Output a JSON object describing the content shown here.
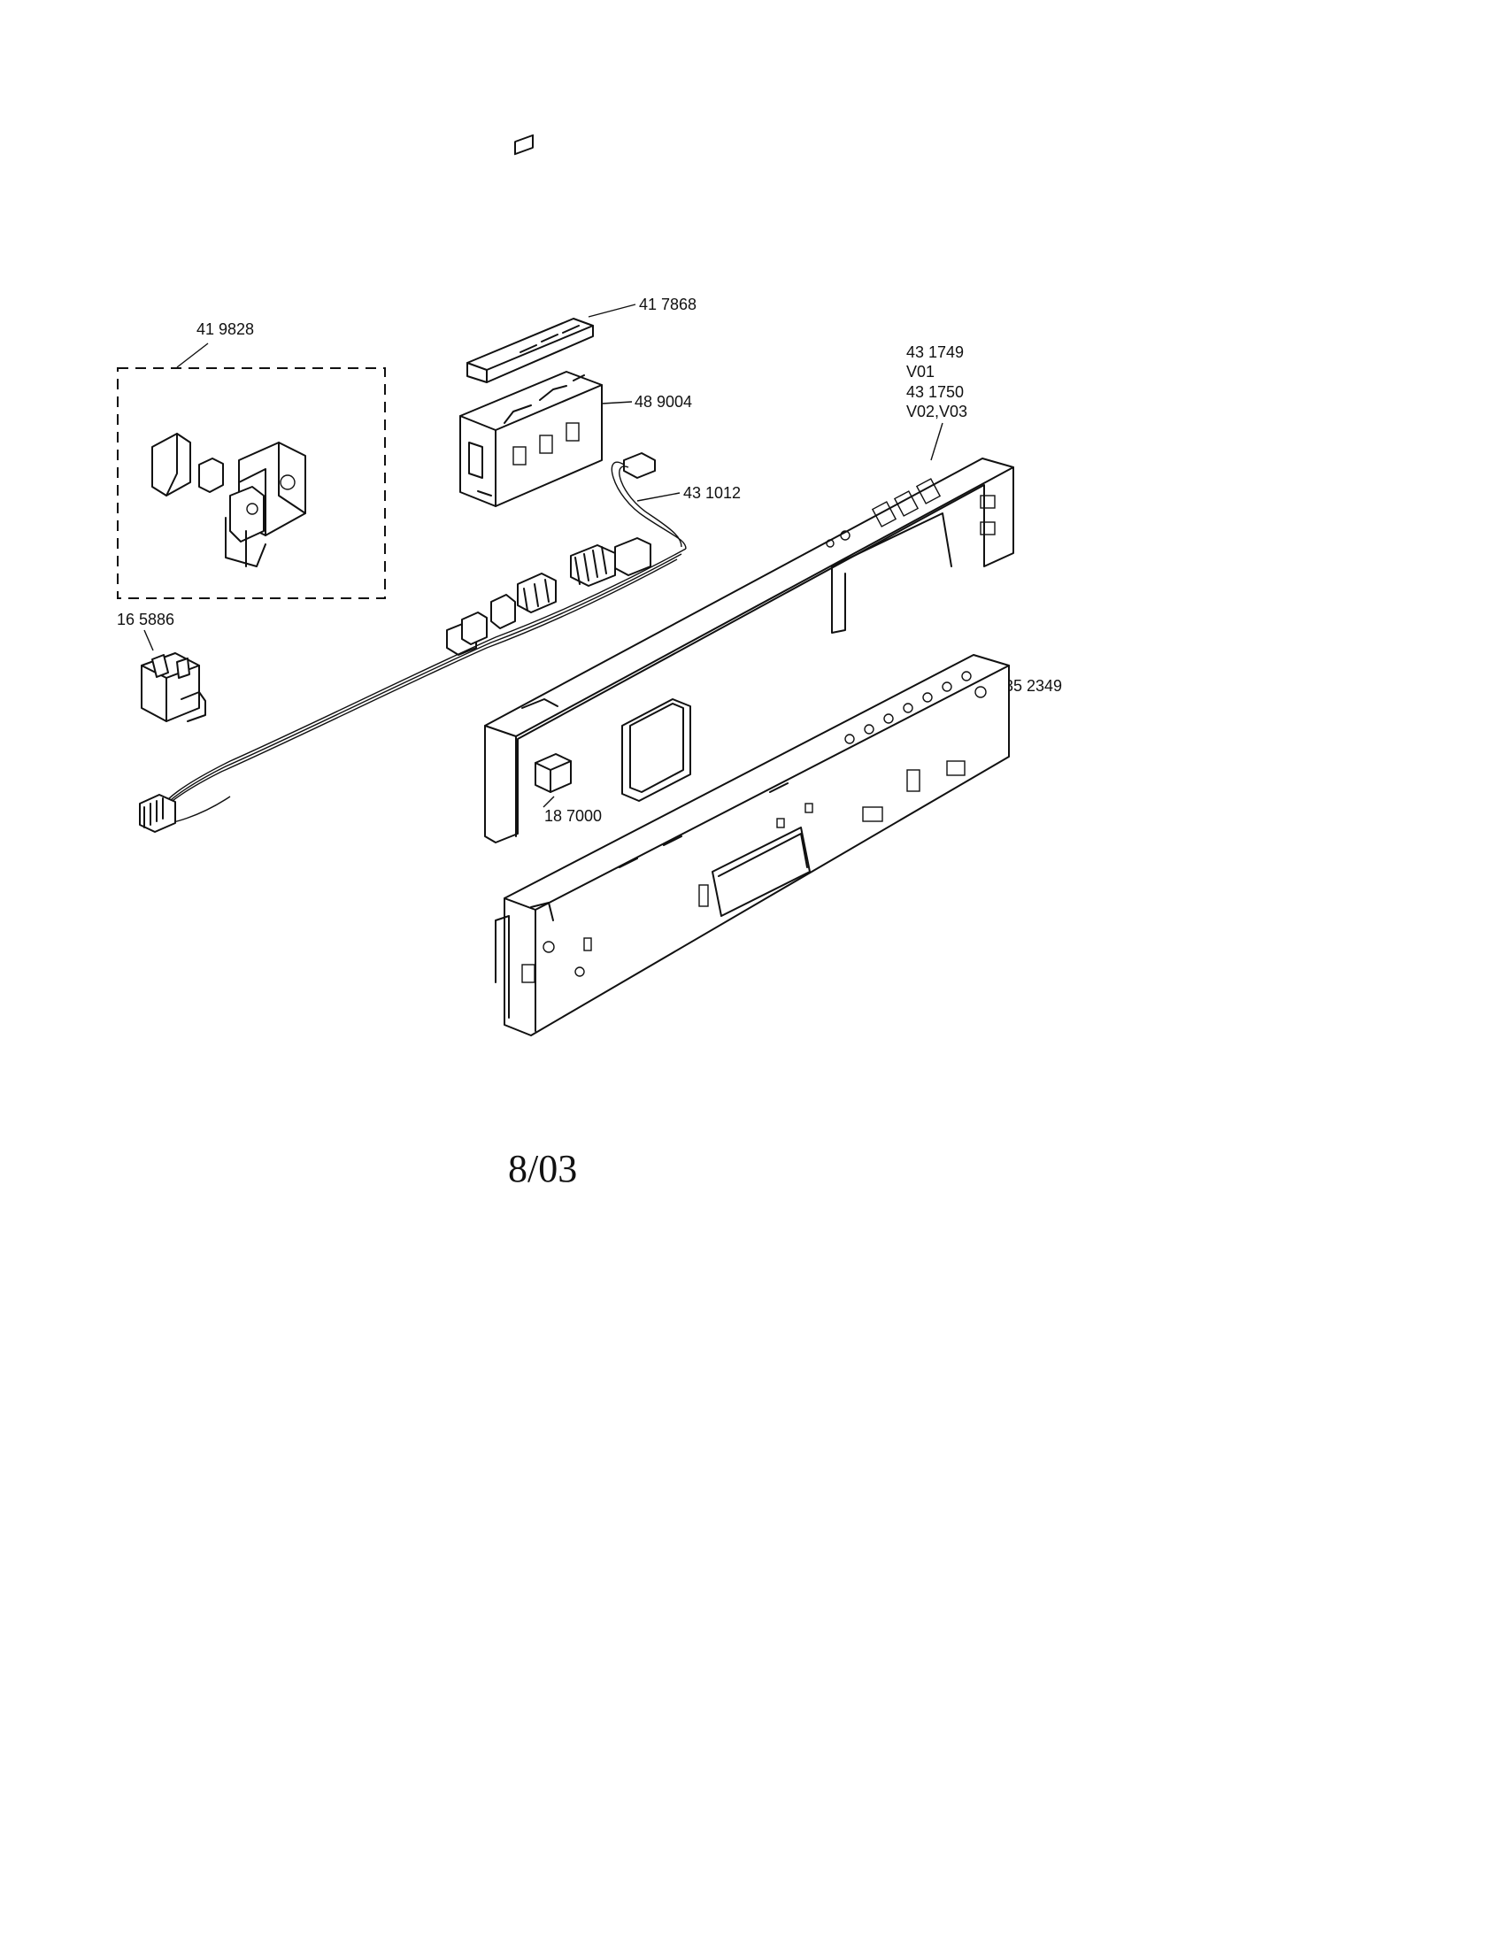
{
  "parts": {
    "p419828": "41 9828",
    "p417868": "41 7868",
    "p489004": "48 9004",
    "p431012": "43 1012",
    "p431749": "43 1749",
    "v01": "V01",
    "p431750": "43 1750",
    "v02v03": "V02,V03",
    "p165886": "16 5886",
    "p352349": "35 2349",
    "p187000": "18 7000"
  },
  "footer": {
    "date": "8/03"
  }
}
